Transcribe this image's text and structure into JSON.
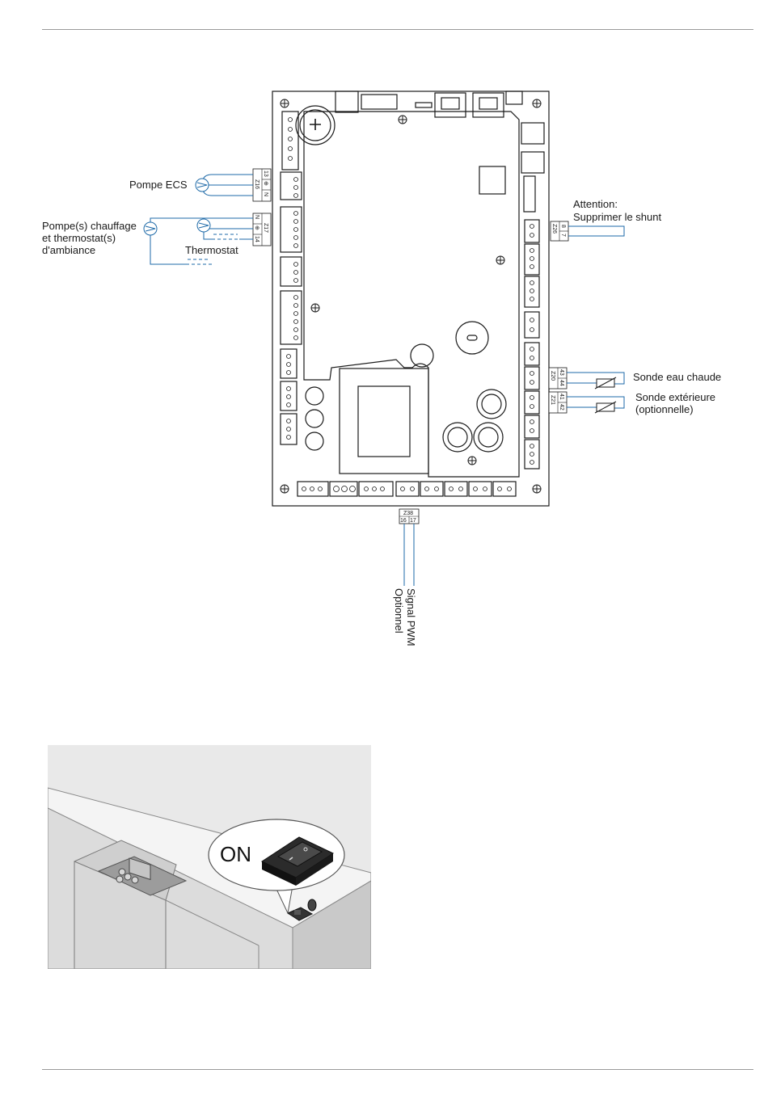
{
  "wiring_diagram": {
    "labels": {
      "pompe_ecs": "Pompe ECS",
      "pompe_chauffage_line1": "Pompe(s) chauffage",
      "pompe_chauffage_line2": "et thermostat(s)",
      "pompe_chauffage_line3": "d'ambiance",
      "thermostat": "Thermostat",
      "attention_line1": "Attention:",
      "attention_line2": "Supprimer le shunt",
      "sonde_eau_chaude": "Sonde eau chaude",
      "sonde_exterieure_line1": "Sonde extérieure",
      "sonde_exterieure_line2": "(optionnelle)",
      "signal_pwm_line1": "Signal PWM",
      "signal_pwm_line2": "Optionnel"
    },
    "terminals": {
      "z16": {
        "id": "Z16",
        "pins": [
          "13",
          "⊕",
          "N"
        ]
      },
      "z17": {
        "id": "Z17",
        "pins": [
          "N",
          "⊕",
          "14"
        ]
      },
      "z26": {
        "id": "Z26",
        "pins": [
          "8",
          "7"
        ]
      },
      "z20": {
        "id": "Z20",
        "pins": [
          "43",
          "44"
        ]
      },
      "z21": {
        "id": "Z21",
        "pins": [
          "41",
          "42"
        ]
      },
      "z38": {
        "id": "Z38",
        "pins": [
          "16",
          "17"
        ]
      }
    },
    "colors": {
      "wire": "#1e6aa8",
      "line": "#1a1a1a"
    }
  },
  "switch_illustration": {
    "on_label": "ON"
  }
}
